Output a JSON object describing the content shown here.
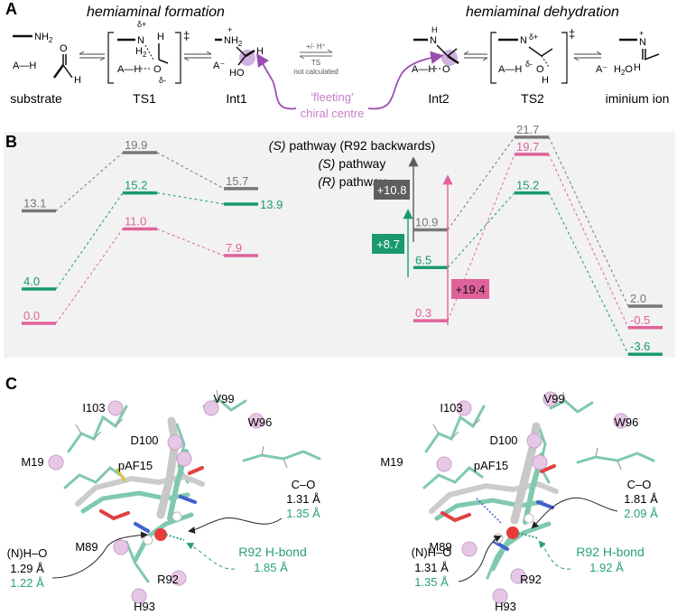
{
  "panelA": {
    "letter": "A",
    "title_formation": "hemiaminal formation",
    "title_dehydration": "hemiaminal dehydration",
    "sub_amine": "NH",
    "sub_amine_sub": "2",
    "sub_acid": "A—H",
    "sub_O": "O",
    "sub_H": "H",
    "ts1": {
      "dplus": "δ+",
      "N": "N",
      "H2": "H",
      "H2sub": "2",
      "H": "H",
      "AH": "A—H",
      "O": "O",
      "dminus": "δ-",
      "dagger": "‡"
    },
    "int1": {
      "plus": "+",
      "NH2": "NH",
      "sub": "2",
      "H": "H",
      "Aminus": "A⁻",
      "HO": "HO"
    },
    "eq": {
      "top": "+/- H⁺",
      "ts": "TS",
      "nc": "not calculated"
    },
    "int2": {
      "N": "N",
      "H": "H",
      "AH": "A—H",
      "O": "O",
      "O2": "O",
      "Hb": "H"
    },
    "ts2": {
      "N": "N",
      "plus": "+",
      "dplus": "δ+",
      "AH": "A—H",
      "dminus": "δ-",
      "O": "O",
      "H": "H",
      "dagger": "‡"
    },
    "iminium": {
      "plus": "+",
      "N": "N",
      "H": "H",
      "Aminus": "A⁻",
      "H2O": "H",
      "H2Osub": "2",
      "O": "O"
    },
    "labels": {
      "substrate": "substrate",
      "ts1": "TS1",
      "int1": "Int1",
      "int2": "Int2",
      "ts2": "TS2",
      "iminium": "iminium ion"
    },
    "fleeting1": "'fleeting'",
    "fleeting2": "chiral centre"
  },
  "panelB": {
    "letter": "B",
    "legend": [
      {
        "prefix": "(S)",
        "text": " pathway (R92 backwards)",
        "color": "#777777"
      },
      {
        "prefix": "(S)",
        "text": " pathway",
        "color": "#1a9a6c"
      },
      {
        "prefix": "(R)",
        "text": " pathway",
        "color": "#e0629b"
      }
    ],
    "colors": {
      "gray": "#777777",
      "green": "#1a9a6c",
      "pink": "#e0629b",
      "darkgray": "#5e5e5e"
    },
    "left": {
      "gray": [
        "13.1",
        "19.9",
        "15.7"
      ],
      "green": [
        "4.0",
        "15.2",
        "13.9"
      ],
      "pink": [
        "0.0",
        "11.0",
        "7.9"
      ]
    },
    "right": {
      "gray": [
        "10.9",
        "21.7",
        "2.0"
      ],
      "green": [
        "6.5",
        "15.2",
        "-3.6"
      ],
      "pink": [
        "0.3",
        "19.7",
        "-0.5"
      ]
    },
    "barriers": {
      "gray": "+10.8",
      "green": "+8.7",
      "pink": "+19.4"
    }
  },
  "panelC": {
    "letter": "C",
    "left": {
      "residues": [
        "I103",
        "V99",
        "D100",
        "W96",
        "M19",
        "pAF15",
        "M89",
        "R92",
        "H93"
      ],
      "co_title": "C–O",
      "co_black": "1.31 Å",
      "co_green": "1.35 Å",
      "nh_title": "(N)H–O",
      "nh_black": "1.29 Å",
      "nh_green": "1.22 Å",
      "hb_title": "R92 H-bond",
      "hb_value": "1.85 Å"
    },
    "right": {
      "residues": [
        "I103",
        "V99",
        "D100",
        "W96",
        "M19",
        "pAF15",
        "M89",
        "R92",
        "H93"
      ],
      "co_title": "C–O",
      "co_black": "1.81 Å",
      "co_green": "2.09 Å",
      "nh_title": "(N)H–O",
      "nh_black": "1.31 Å",
      "nh_green": "1.35 Å",
      "hb_title": "R92 H-bond",
      "hb_value": "1.92 Å"
    }
  }
}
